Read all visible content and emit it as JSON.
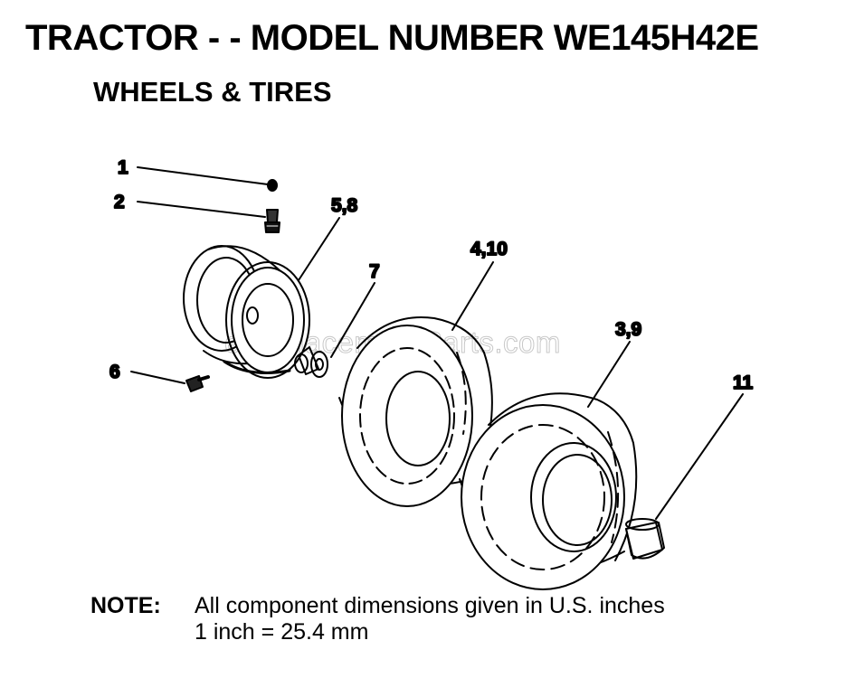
{
  "header": {
    "title": "TRACTOR - - MODEL NUMBER WE145H42E",
    "subtitle": "WHEELS & TIRES"
  },
  "diagram": {
    "callouts": {
      "c1": "1",
      "c2": "2",
      "c58": "5,8",
      "c410": "4,10",
      "c7": "7",
      "c39": "3,9",
      "c6": "6",
      "c11": "11"
    },
    "watermark": "eReplacementParts.com"
  },
  "note": {
    "label": "NOTE:",
    "line1": "All component dimensions given in U.S. inches",
    "line2": "1 inch = 25.4 mm"
  }
}
